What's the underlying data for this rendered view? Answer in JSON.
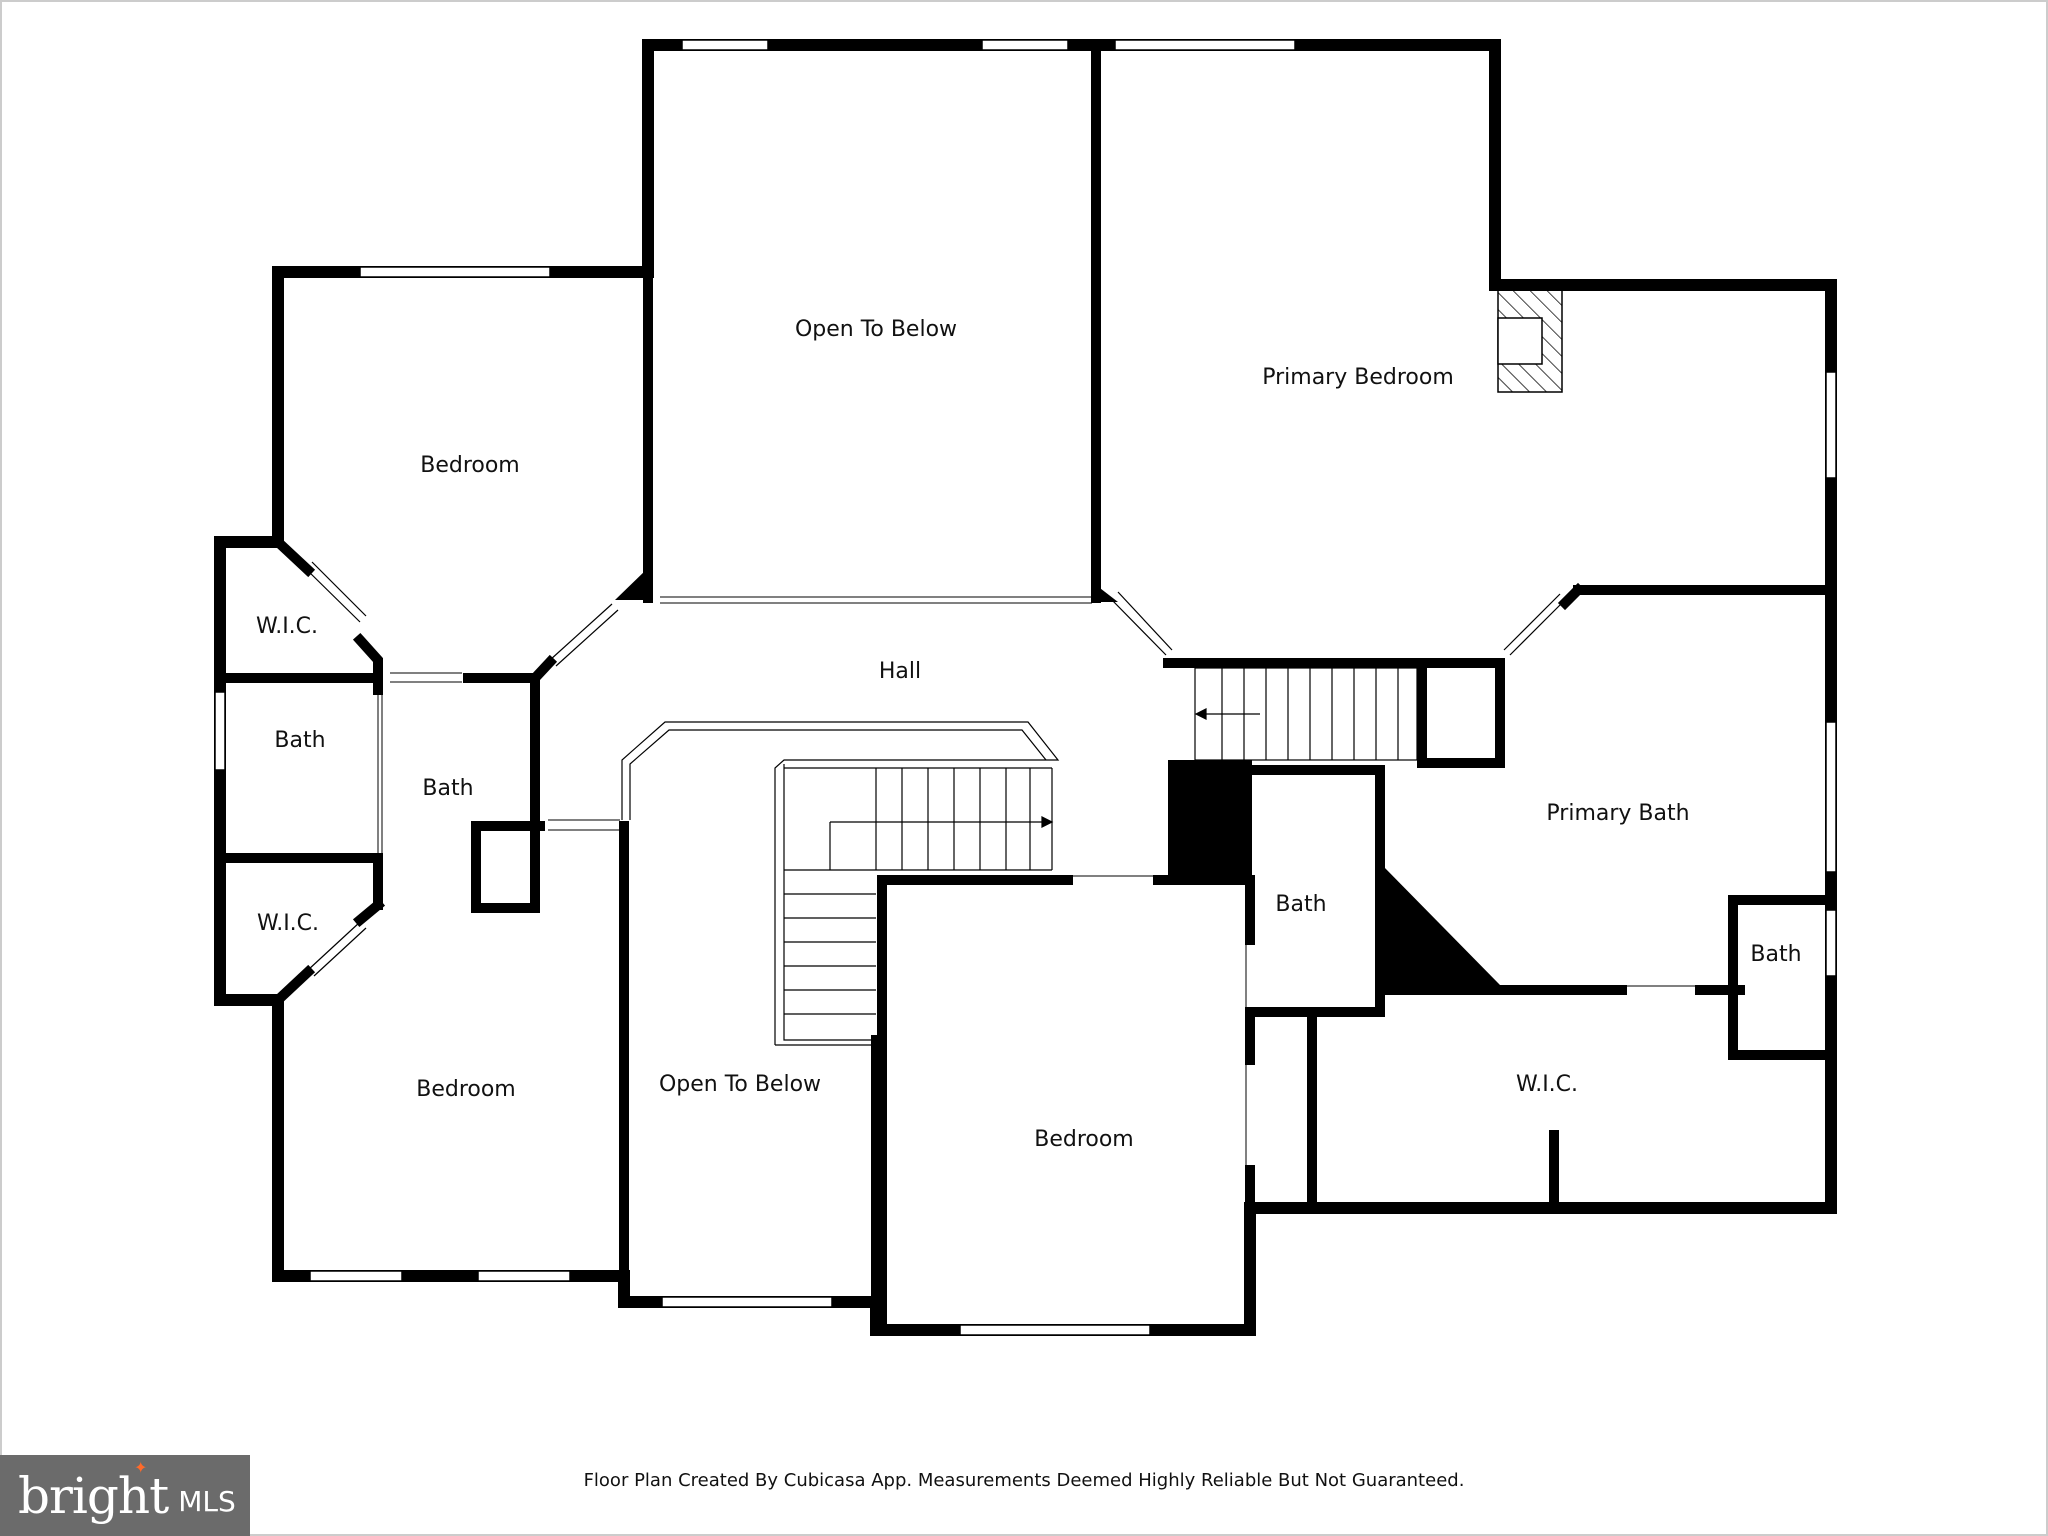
{
  "rooms": {
    "open_to_below_top": "Open To Below",
    "primary_bedroom": "Primary Bedroom",
    "bedroom_top_left": "Bedroom",
    "wic_upper_left": "W.I.C.",
    "bath_left": "Bath",
    "bath_center_left": "Bath",
    "hall": "Hall",
    "wic_lower_left": "W.I.C.",
    "primary_bath": "Primary Bath",
    "bath_center": "Bath",
    "bath_small_right": "Bath",
    "bedroom_bottom_left": "Bedroom",
    "open_to_below_bottom": "Open To Below",
    "wic_right": "W.I.C.",
    "bedroom_bottom_center": "Bedroom"
  },
  "footer": {
    "note": "Floor Plan Created By Cubicasa App. Measurements Deemed Highly Reliable But Not Guaranteed."
  },
  "brand": {
    "logo_word": "bright",
    "logo_suffix": "MLS"
  }
}
